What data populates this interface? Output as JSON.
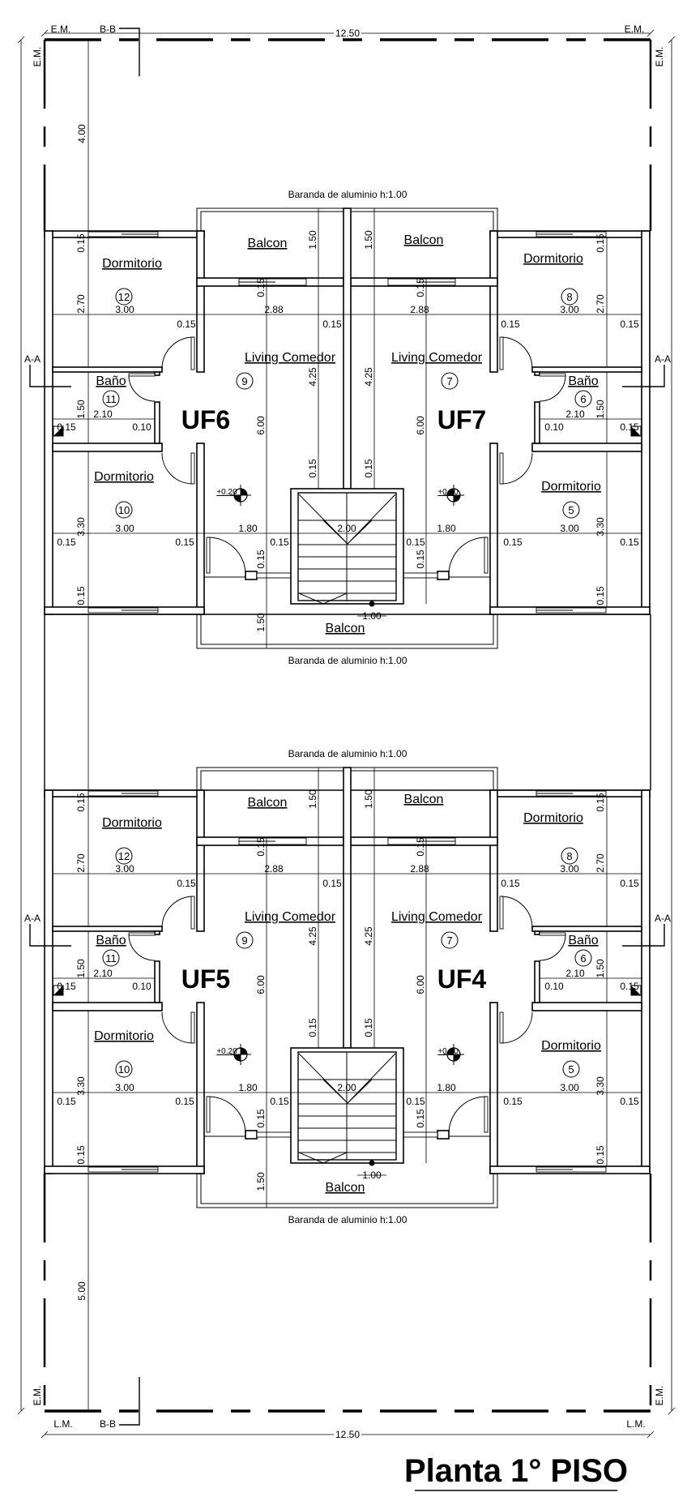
{
  "title": "Planta 1° PISO",
  "overall": {
    "width_top": "12.50",
    "width_bottom": "12.50",
    "setback_front": "4.00",
    "setback_back": "5.00",
    "em_label": "E.M.",
    "lm_label": "L.M.",
    "section_bb": "B-B",
    "section_aa": "A-A"
  },
  "blocks": [
    {
      "uf_left": "UF6",
      "uf_right": "UF7",
      "railing_top": "Baranda de aluminio h:1.00",
      "railing_bottom": "Baranda de aluminio h:1.00",
      "rooms": [
        {
          "label": "Dormitorio",
          "number": "12"
        },
        {
          "label": "Balcon",
          "number": ""
        },
        {
          "label": "Balcon",
          "number": ""
        },
        {
          "label": "Dormitorio",
          "number": "8"
        },
        {
          "label": "Living Comedor",
          "number": "9"
        },
        {
          "label": "Living Comedor",
          "number": "7"
        },
        {
          "label": "Baño",
          "number": "11"
        },
        {
          "label": "Baño",
          "number": "6"
        },
        {
          "label": "Dormitorio",
          "number": "10"
        },
        {
          "label": "Dormitorio",
          "number": "5"
        },
        {
          "label": "Balcon",
          "number": ""
        }
      ],
      "dims": [
        "3.00",
        "2.88",
        "2.88",
        "3.00",
        "0.15",
        "0.15",
        "0.15",
        "0.15",
        "2.10",
        "0.15",
        "0.10",
        "2.10",
        "0.10",
        "0.15",
        "3.00",
        "1.80",
        "2.00",
        "1.80",
        "3.00",
        "0.15",
        "0.15",
        "0.15",
        "0.15",
        "0.15",
        "0.15",
        "0.15",
        "2.70",
        "1.50",
        "3.30",
        "0.15",
        "0.15",
        "2.70",
        "1.50",
        "3.30",
        "0.15",
        "1.50",
        "4.25",
        "0.15",
        "1.50",
        "4.25",
        "0.15",
        "0.15",
        "6.00",
        "0.15",
        "1.50",
        "0.15",
        "6.00",
        "0.15",
        "1.00",
        "+0.20",
        "+0.20"
      ]
    },
    {
      "uf_left": "UF5",
      "uf_right": "UF4",
      "railing_top": "Baranda de aluminio h:1.00",
      "railing_bottom": "Baranda de aluminio h:1.00",
      "rooms": [
        {
          "label": "Dormitorio",
          "number": "12"
        },
        {
          "label": "Balcon",
          "number": ""
        },
        {
          "label": "Balcon",
          "number": ""
        },
        {
          "label": "Dormitorio",
          "number": "8"
        },
        {
          "label": "Living Comedor",
          "number": "9"
        },
        {
          "label": "Living Comedor",
          "number": "7"
        },
        {
          "label": "Baño",
          "number": "11"
        },
        {
          "label": "Baño",
          "number": "6"
        },
        {
          "label": "Dormitorio",
          "number": "10"
        },
        {
          "label": "Dormitorio",
          "number": "5"
        },
        {
          "label": "Balcon",
          "number": ""
        }
      ],
      "dims": [
        "3.00",
        "2.88",
        "2.88",
        "3.00",
        "0.15",
        "0.15",
        "0.15",
        "0.15",
        "2.10",
        "0.15",
        "0.10",
        "2.10",
        "0.10",
        "0.15",
        "3.00",
        "1.80",
        "2.00",
        "1.80",
        "3.00",
        "0.15",
        "0.15",
        "0.15",
        "0.15",
        "0.15",
        "0.15",
        "0.15",
        "2.70",
        "1.50",
        "3.30",
        "0.15",
        "0.15",
        "2.70",
        "1.50",
        "3.30",
        "0.15",
        "1.50",
        "4.25",
        "0.15",
        "1.50",
        "4.25",
        "0.15",
        "0.15",
        "6.00",
        "0.15",
        "1.50",
        "0.15",
        "6.00",
        "0.15",
        "1.00",
        "+0.20",
        "+0.20"
      ]
    }
  ]
}
